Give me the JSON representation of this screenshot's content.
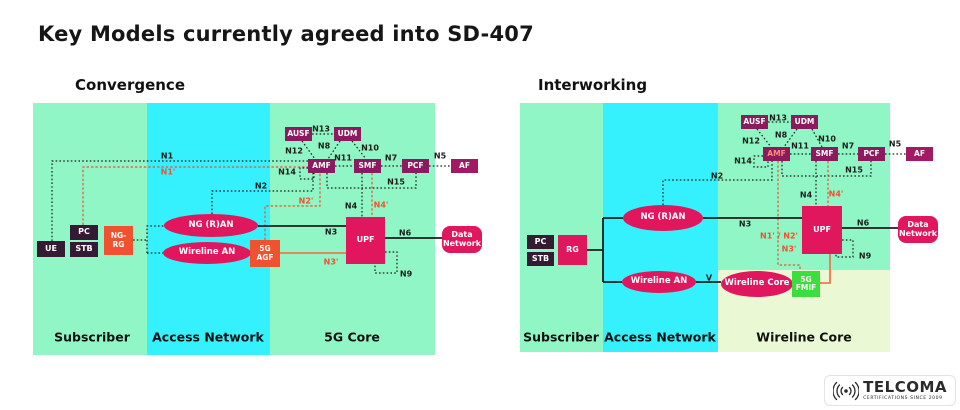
{
  "title": "Key Models currently agreed into SD-407",
  "convergence": {
    "heading": "Convergence",
    "bands": [
      {
        "label": "Subscriber"
      },
      {
        "label": "Access Network"
      },
      {
        "label": "5G Core"
      }
    ],
    "nodes": {
      "ue": "UE",
      "pc": "PC",
      "stb": "STB",
      "ng_rg": "NG-\nRG",
      "ng_ran": "NG (R)AN",
      "wireline_an": "Wireline AN",
      "agf": "5G\nAGF",
      "ausf": "AUSF",
      "udm": "UDM",
      "amf": "AMF",
      "smf": "SMF",
      "pcf": "PCF",
      "af": "AF",
      "upf": "UPF",
      "data_network": "Data\nNetwork"
    },
    "interfaces": {
      "n1": "N1",
      "n1p": "N1'",
      "n2": "N2",
      "n2p": "N2'",
      "n3": "N3",
      "n3p": "N3'",
      "n4": "N4",
      "n4p": "N4'",
      "n5": "N5",
      "n6": "N6",
      "n7": "N7",
      "n8": "N8",
      "n9": "N9",
      "n10": "N10",
      "n11": "N11",
      "n12": "N12",
      "n13": "N13",
      "n14": "N14",
      "n15": "N15"
    }
  },
  "interworking": {
    "heading": "Interworking",
    "bands": [
      {
        "label": "Subscriber"
      },
      {
        "label": "Access Network"
      },
      {
        "label": "Wireline Core"
      }
    ],
    "nodes": {
      "pc": "PC",
      "stb": "STB",
      "rg": "RG",
      "ng_ran": "NG (R)AN",
      "wireline_an": "Wireline AN",
      "wireline_core": "Wireline Core",
      "fmif": "5G\nFMIF",
      "ausf": "AUSF",
      "udm": "UDM",
      "amf": "AMF",
      "smf": "SMF",
      "pcf": "PCF",
      "af": "AF",
      "upf": "UPF",
      "data_network": "Data\nNetwork"
    },
    "interfaces": {
      "n2": "N2",
      "n3": "N3",
      "n4": "N4",
      "n4p": "N4'",
      "n5": "N5",
      "n6": "N6",
      "n7": "N7",
      "n8": "N8",
      "n9": "N9",
      "n10": "N10",
      "n11": "N11",
      "n12": "N12",
      "n13": "N13",
      "n14": "N14",
      "n15": "N15",
      "n1p_n2p": "N1' / N2'",
      "n3p": "N3'",
      "v": "V"
    }
  },
  "logo": {
    "brand": "TELCOMA",
    "tagline": "CERTIFICATIONS SINCE 2009"
  },
  "colors": {
    "subscriber_band": "#90f6c5",
    "access_band": "#35f1fd",
    "wireline_core_band": "#ebf8d4",
    "device_box": "#341a33",
    "nf_box": "#8c1a5e",
    "crimson": "#e0175d",
    "orange": "#f0512f",
    "fmif_green": "#3edd3e",
    "line_dark": "#1d1d1d",
    "line_red": "#f0512f"
  }
}
